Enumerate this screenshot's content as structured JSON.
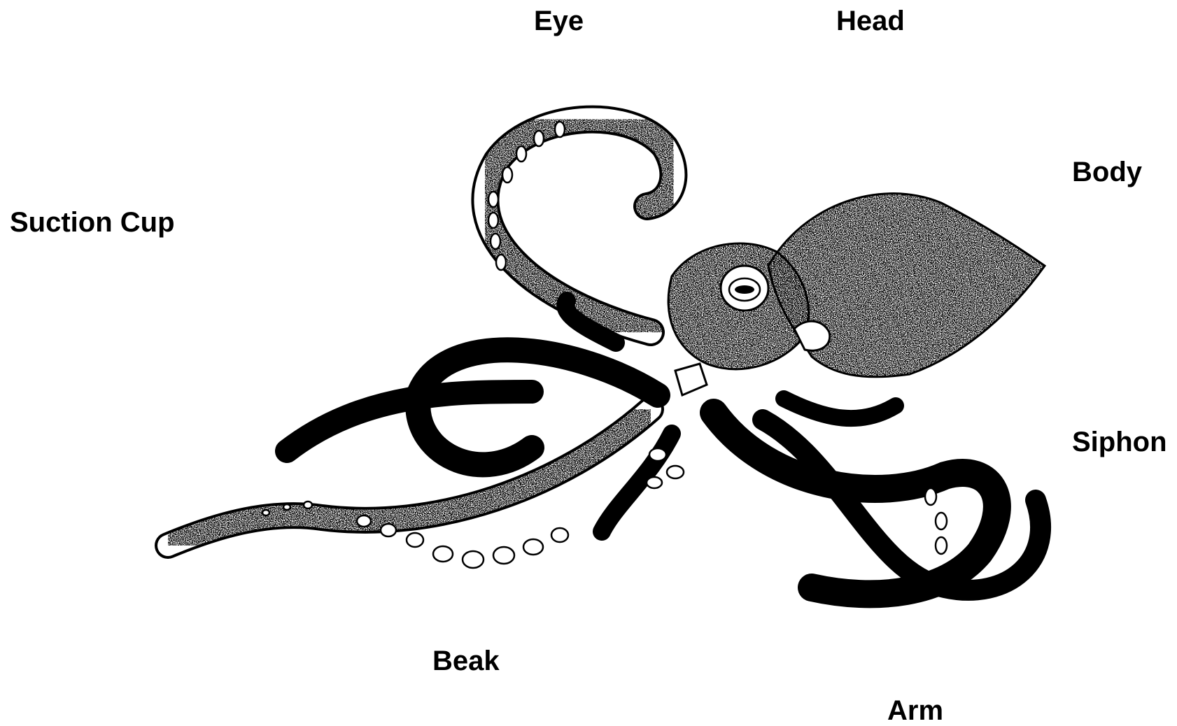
{
  "diagram": {
    "labels": {
      "eye": "Eye",
      "head": "Head",
      "body": "Body",
      "suction_cup": "Suction Cup",
      "siphon": "Siphon",
      "beak": "Beak",
      "arm": "Arm"
    },
    "colors": {
      "ink": "#000000",
      "background": "#ffffff"
    }
  }
}
